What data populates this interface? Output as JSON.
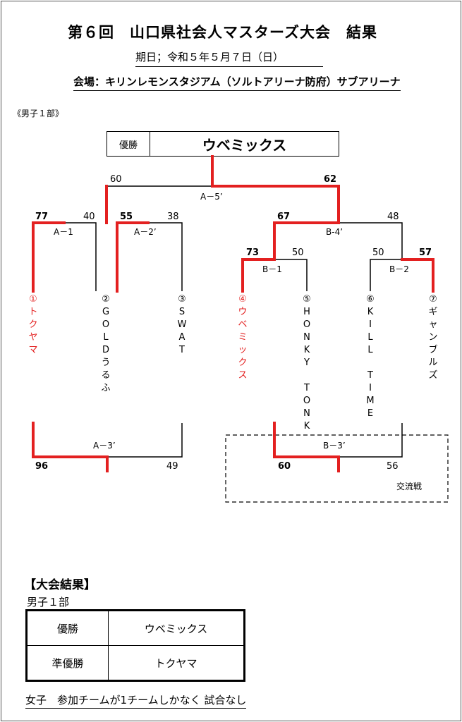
{
  "header": {
    "title": "第６回　山口県社会人マスターズ大会　結果",
    "date": "期日；令和５年５月７日（日）",
    "venue": "会場：キリンレモンスタジアム（ソルトアリーナ防府）サブアリーナ"
  },
  "division_label": "《男子１部》",
  "champion": {
    "label": "優勝",
    "name": "ウベミックス"
  },
  "teams": [
    {
      "num": "①",
      "name": [
        "ト",
        "ク",
        "ヤ",
        "マ"
      ]
    },
    {
      "num": "②",
      "name": [
        "G",
        "O",
        "L",
        "D",
        "う",
        "る",
        "ふ"
      ]
    },
    {
      "num": "③",
      "name": [
        "S",
        "W",
        "A",
        "T"
      ]
    },
    {
      "num": "④",
      "name": [
        "ウ",
        "ベ",
        "ミ",
        "ッ",
        "ク",
        "ス"
      ]
    },
    {
      "num": "⑤",
      "name": [
        "H",
        "O",
        "N",
        "K",
        "Y",
        "",
        "T",
        "O",
        "N",
        "K"
      ]
    },
    {
      "num": "⑥",
      "name": [
        "K",
        "I",
        "L",
        "L",
        "",
        "T",
        "I",
        "M",
        "E"
      ]
    },
    {
      "num": "⑦",
      "name": [
        "ギ",
        "ャ",
        "ン",
        "ブ",
        "ル",
        "ズ"
      ]
    }
  ],
  "matches": {
    "a1": {
      "label": "A－1",
      "left": "77",
      "right": "40"
    },
    "a2": {
      "label": "A－2’",
      "left": "55",
      "right": "38"
    },
    "b1": {
      "label": "B－1",
      "left": "73",
      "right": "50"
    },
    "b2": {
      "label": "B－2",
      "left": "50",
      "right": "57"
    },
    "b4": {
      "label": "B-4’",
      "left": "67",
      "right": "48"
    },
    "a5": {
      "label": "A－5’",
      "left": "60",
      "right": "62"
    },
    "a3": {
      "label": "A－3’",
      "left": "96",
      "right": "49"
    },
    "b3": {
      "label": "B－3’",
      "left": "60",
      "right": "56"
    }
  },
  "exchange_label": "交流戦",
  "results": {
    "title": "【大会結果】",
    "division": "男子１部",
    "rows": [
      {
        "place": "優勝",
        "team": "ウベミックス"
      },
      {
        "place": "準優勝",
        "team": "トクヤマ"
      }
    ]
  },
  "note": "女子　参加チームが1チームしかなく 試合なし",
  "colors": {
    "winner_line": "#e32020",
    "line": "#000000"
  }
}
